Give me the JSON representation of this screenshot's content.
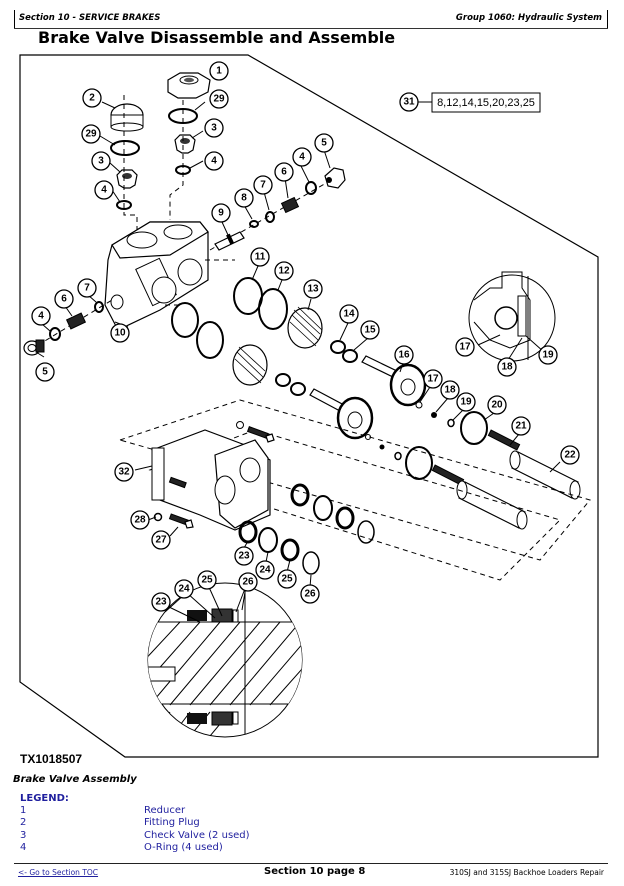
{
  "header": {
    "section": "Section 10 - SERVICE BRAKES",
    "group": "Group 1060: Hydraulic System"
  },
  "page_title": "Brake Valve Disassemble and Assemble",
  "figure": {
    "id": "TX1018507",
    "caption": "Brake Valve Assembly",
    "kit_callout": "31",
    "kit_contents": "8,12,14,15,20,23,25",
    "callouts": {
      "c1": "1",
      "c2": "2",
      "c3a": "3",
      "c3b": "3",
      "c4a": "4",
      "c4b": "4",
      "c4c": "4",
      "c4d": "4",
      "c5a": "5",
      "c5b": "5",
      "c6a": "6",
      "c6b": "6",
      "c7a": "7",
      "c7b": "7",
      "c8": "8",
      "c9": "9",
      "c10": "10",
      "c11": "11",
      "c12": "12",
      "c13": "13",
      "c14": "14",
      "c15": "15",
      "c16": "16",
      "c17a": "17",
      "c17b": "17",
      "c18a": "18",
      "c18b": "18",
      "c19a": "19",
      "c19b": "19",
      "c20": "20",
      "c21": "21",
      "c22": "22",
      "c23a": "23",
      "c23b": "23",
      "c24a": "24",
      "c24b": "24",
      "c25a": "25",
      "c25b": "25",
      "c26a": "26",
      "c26b": "26",
      "c27": "27",
      "c28": "28",
      "c29a": "29",
      "c29b": "29",
      "c32": "32"
    }
  },
  "legend": {
    "heading": "LEGEND:",
    "items": [
      {
        "num": "1",
        "desc": "Reducer"
      },
      {
        "num": "2",
        "desc": "Fitting Plug"
      },
      {
        "num": "3",
        "desc": "Check Valve (2 used)"
      },
      {
        "num": "4",
        "desc": "O-Ring (4 used)"
      }
    ]
  },
  "footer": {
    "toc_link": "<- Go to Section TOC",
    "page": "Section 10 page 8",
    "book": "310SJ and 315SJ Backhoe Loaders Repair"
  },
  "colors": {
    "legend_text": "#1f1f9e",
    "link": "#1f1f9e"
  }
}
